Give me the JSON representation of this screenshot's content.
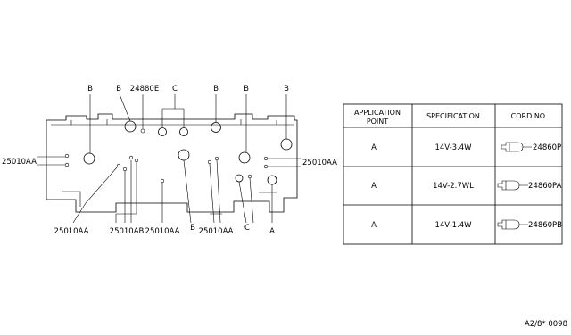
{
  "diagram": {
    "callouts": {
      "b1": "B",
      "b2": "B",
      "part_24880e": "24880E",
      "c_top": "C",
      "b3": "B",
      "b4": "B",
      "b5": "B",
      "left_25010aa": "25010AA",
      "right_25010aa": "25010AA",
      "bottom_25010aa_1": "25010AA",
      "bottom_25010ab": "25010AB",
      "bottom_25010aa_2": "25010AA",
      "b_bottom": "B",
      "bottom_25010aa_3": "25010AA",
      "c_bottom": "C",
      "a_bottom": "A"
    }
  },
  "table": {
    "headers": [
      "APPLICATION\nPOINT",
      "SPECIFICATION",
      "CORD NO."
    ],
    "header_lines": {
      "app_line1": "APPLICATION",
      "app_line2": "POINT",
      "spec": "SPECIFICATION",
      "cord": "CORD NO."
    },
    "rows": [
      {
        "point": "A",
        "spec": "14V-3.4W",
        "cord": "24860P"
      },
      {
        "point": "A",
        "spec": "14V-2.7WL",
        "cord": "24860PA"
      },
      {
        "point": "A",
        "spec": "14V-1.4W",
        "cord": "24860PB"
      }
    ]
  },
  "footer": {
    "code": "A2/8* 0098"
  }
}
